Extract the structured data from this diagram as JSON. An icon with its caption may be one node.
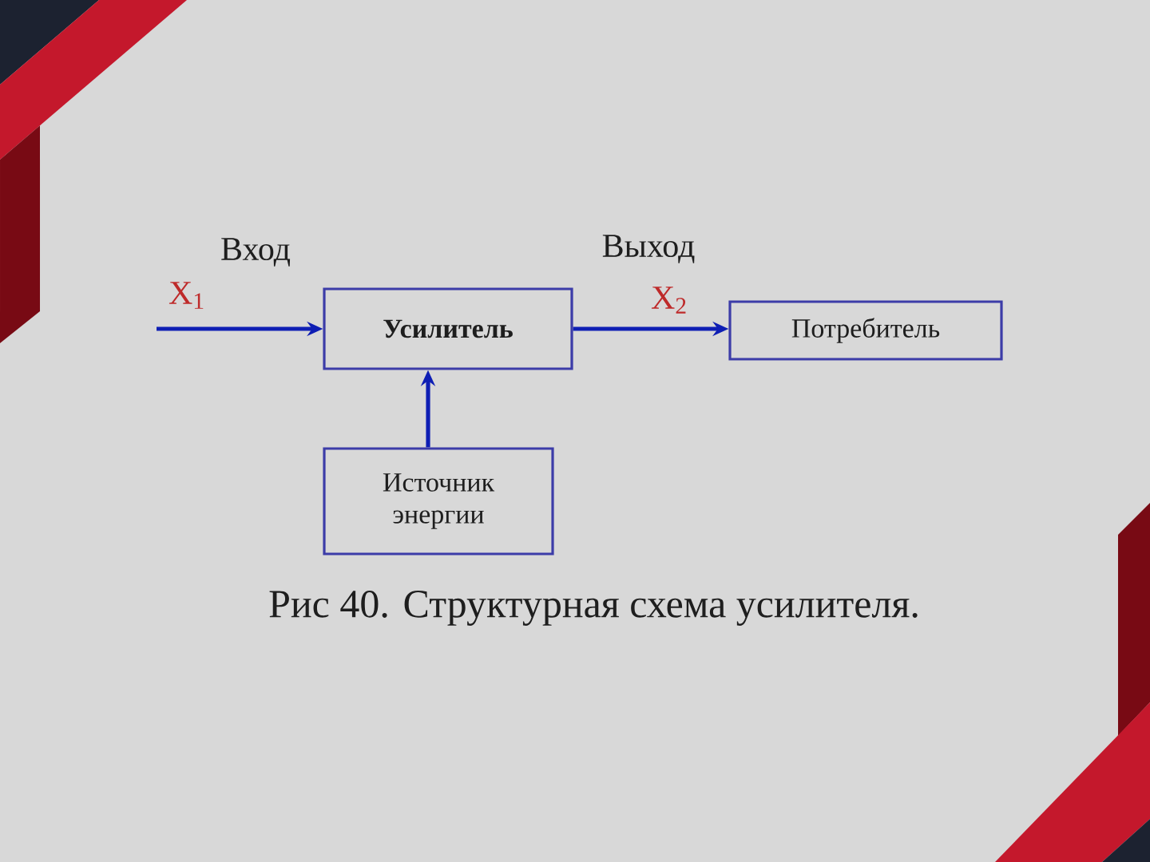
{
  "diagram": {
    "caption": "Рис 40. Структурная схема усилителя.",
    "nodes": [
      {
        "text": [
          "Усилитель"
        ]
      },
      {
        "text": [
          "Потребитель"
        ]
      },
      {
        "text": [
          "Источник энергии"
        ]
      }
    ],
    "edges": [
      {
        "from": null,
        "to": 0,
        "arrow": "to",
        "label": "X$_{1}$"
      },
      {
        "from": 0,
        "to": 1,
        "arrow": "to",
        "label": "X$_{2}$"
      },
      {
        "from": 2,
        "to": 0,
        "arrow": "to"
      }
    ],
    "labels": [
      "Вход",
      "Выход"
    ]
  }
}
